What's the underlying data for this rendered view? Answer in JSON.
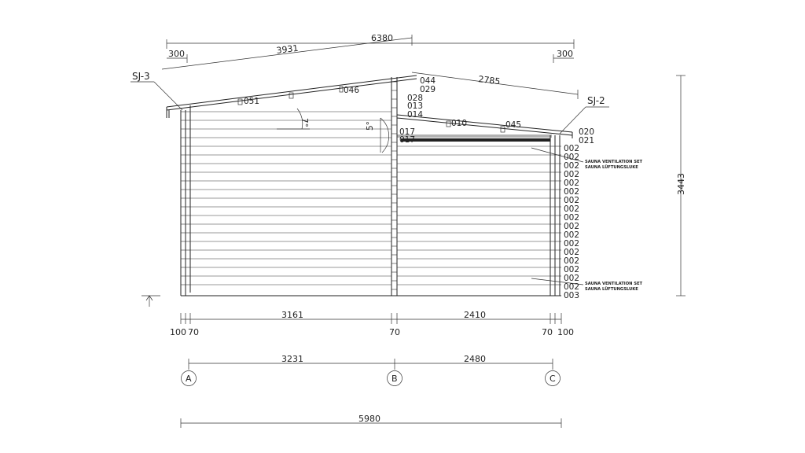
{
  "dimensions": {
    "total_top": "6380",
    "overhang_left": "300",
    "overhang_right": "300",
    "roof_left_slope": "3931",
    "roof_right_slope": "2785",
    "height": "3443",
    "bottom_left": "3161",
    "bottom_right": "2410",
    "offset_100_left": "100",
    "offset_70_left": "70",
    "offset_70_mid": "70",
    "offset_70_right": "70",
    "offset_100_right": "100",
    "axis_AB": "3231",
    "axis_BC": "2480",
    "total_bottom": "5980"
  },
  "angles": {
    "left_roof": "7°",
    "right_roof": "5°"
  },
  "section_tags": {
    "left": "SJ-3",
    "right": "SJ-2"
  },
  "roof_parts": {
    "p051": "051",
    "p046": "046",
    "p044": "044",
    "p029": "029",
    "p028": "028",
    "p013": "013",
    "p014": "014",
    "p010": "010",
    "p045": "045",
    "p017": "017",
    "p017b": "017",
    "p020": "020",
    "p021": "021"
  },
  "wall_codes": [
    "002",
    "002",
    "002",
    "002",
    "002",
    "002",
    "002",
    "002",
    "002",
    "002",
    "002",
    "002",
    "002",
    "002",
    "002",
    "002",
    "002",
    "003"
  ],
  "notes": {
    "vent_top_line1": "SAUNA VENTILATION SET",
    "vent_top_line2": "SAUNA LÜFTUNGSLUKE",
    "vent_bottom_line1": "SAUNA VENTILATION SET",
    "vent_bottom_line2": "SAUNA LÜFTUNGSLUKE"
  },
  "axes": {
    "a": "A",
    "b": "B",
    "c": "C"
  }
}
